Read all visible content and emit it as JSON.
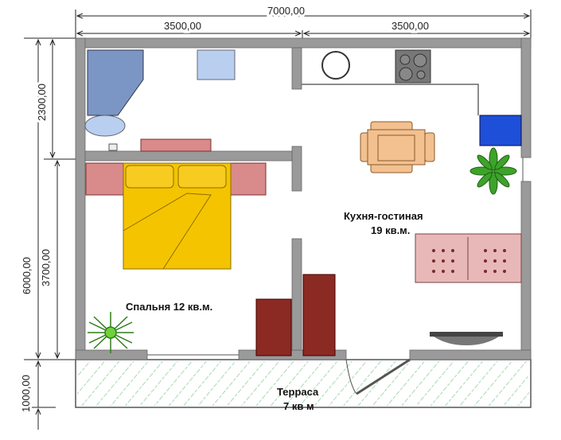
{
  "dimensions": {
    "total_width": "7000,00",
    "left_width": "3500,00",
    "right_width": "3500,00",
    "total_depth": "6000,00",
    "bathroom_depth": "2300,00",
    "bedroom_depth": "3700,00",
    "terrace_depth": "1000,00"
  },
  "rooms": {
    "kitchen_name": "Кухня-гостиная",
    "kitchen_area": "19 кв.м.",
    "bedroom": "Спальня 12 кв.м.",
    "terrace_name": "Терраса",
    "terrace_area": "7 кв м"
  },
  "colors": {
    "wall": "#9a9a9a",
    "bed": "#f5c400",
    "wardrobe": "#8b2a22",
    "pink": "#d98a8a",
    "blue": "#1d4fd8"
  }
}
